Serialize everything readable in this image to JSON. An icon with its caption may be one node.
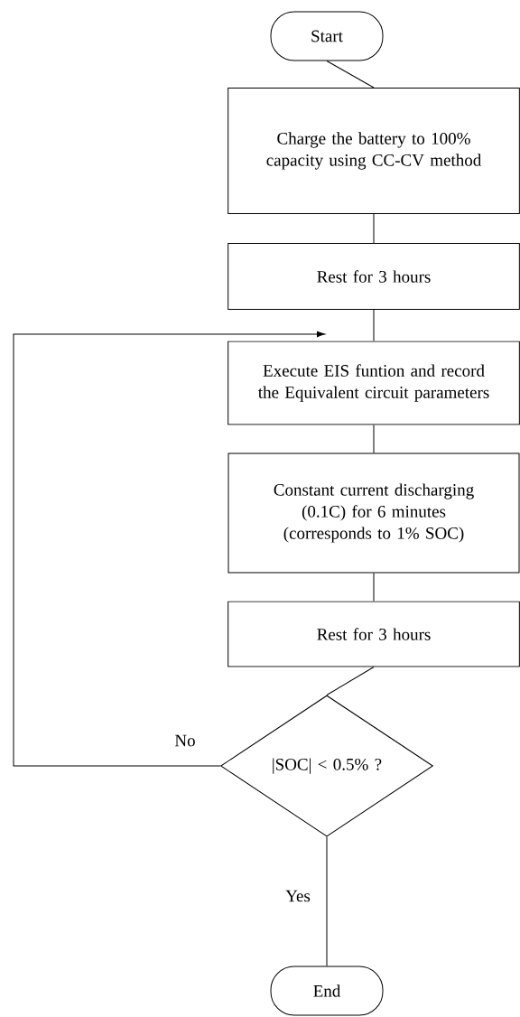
{
  "diagram": {
    "nodes": [
      {
        "text": [
          "Start"
        ]
      },
      {
        "text": [
          "Charge the battery to 100% capacity using CC-CV method"
        ]
      },
      {
        "text": [
          "Rest for 3 hours"
        ]
      },
      {
        "text": [
          "Execute EIS funtion and record the Equivalent circuit parameters"
        ]
      },
      {
        "text": [
          "Constant current discharging (0.1C) for 6 minutes (corresponds to 1% SOC)"
        ]
      },
      {
        "text": [
          "Rest for 3 hours"
        ]
      },
      {
        "text": [
          "|SOC| < 0.5% ?"
        ]
      },
      {
        "text": [
          "End"
        ]
      }
    ],
    "edges": [
      {
        "from": 0,
        "to": 1,
        "arrow": "none"
      },
      {
        "from": 1,
        "to": 2,
        "arrow": "none"
      },
      {
        "from": 2,
        "to": 3,
        "arrow": "none"
      },
      {
        "from": 3,
        "to": 4,
        "arrow": "none"
      },
      {
        "from": 4,
        "to": 5,
        "arrow": "none"
      },
      {
        "from": 5,
        "to": 6,
        "arrow": "none"
      },
      {
        "from": 6,
        "to": 7,
        "label": "Yes",
        "arrow": "none"
      },
      {
        "from": 6,
        "to": 3,
        "label": "No",
        "arrow": "to"
      }
    ]
  }
}
